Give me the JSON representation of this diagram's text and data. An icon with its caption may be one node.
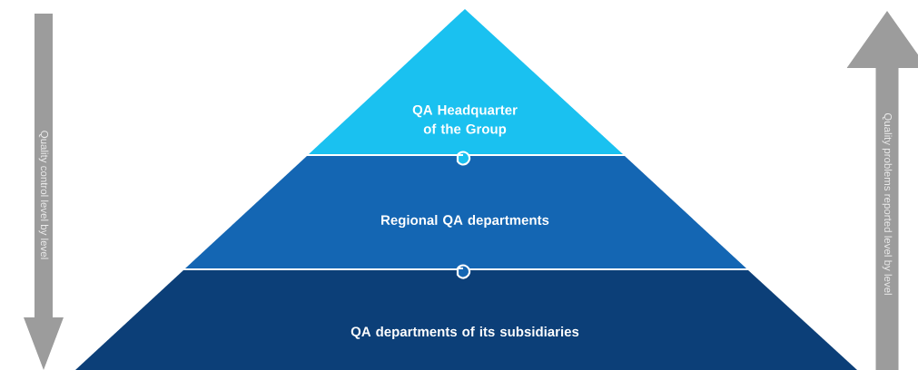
{
  "diagram": {
    "nodes": [
      {
        "text": [
          "QA Headquarter of the Group"
        ]
      },
      {
        "text": [
          "Regional QA departments"
        ]
      },
      {
        "text": [
          "QA departments of its subsidiaries"
        ]
      },
      {
        "text": [
          "Quality control level by level"
        ]
      },
      {
        "text": [
          "Quality problems reported level by level"
        ]
      }
    ],
    "edges": []
  }
}
